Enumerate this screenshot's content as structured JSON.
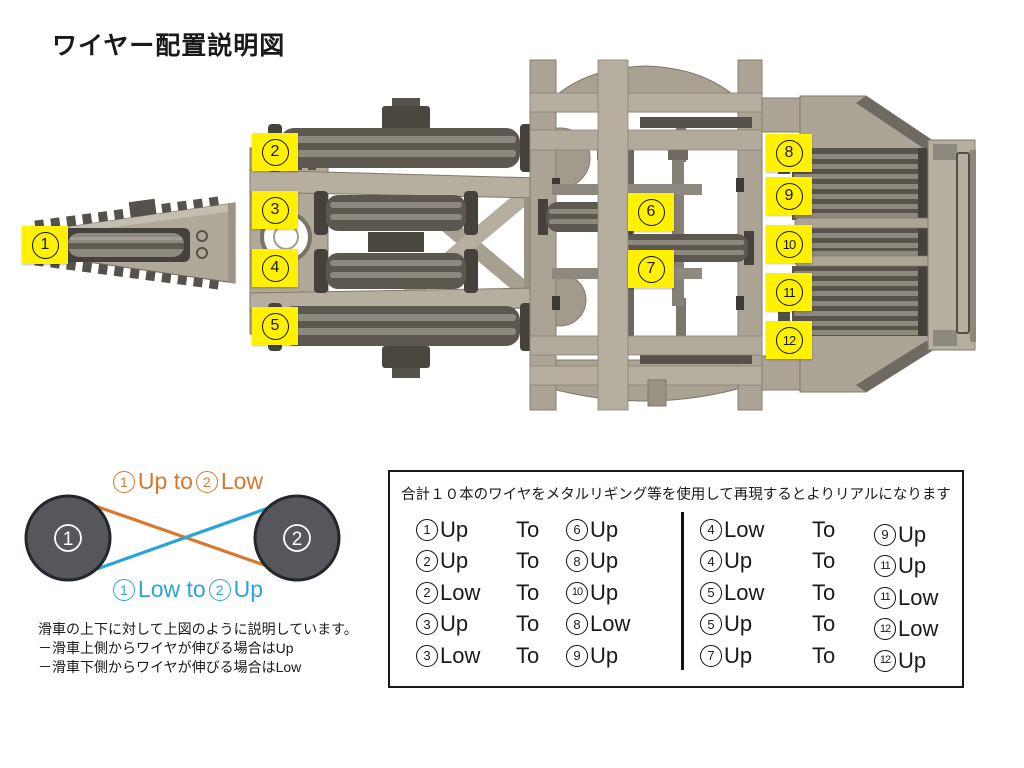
{
  "title": "ワイヤー配置説明図",
  "machine_labels": [
    "1",
    "2",
    "3",
    "4",
    "5",
    "6",
    "7",
    "8",
    "9",
    "10",
    "11",
    "12"
  ],
  "diagram": {
    "pulley1": "1",
    "pulley2": "2",
    "top_label": {
      "n1": "1",
      "mid": "Up to ",
      "n2": "2",
      "end": "Low"
    },
    "bottom_label": {
      "n1": "1",
      "mid": "Low to ",
      "n2": "2",
      "end": "Up"
    },
    "colors": {
      "top_wire": "#d9772e",
      "bottom_wire": "#2aa5d8",
      "pulley_fill": "#56575a"
    }
  },
  "notes": {
    "line1": "滑車の上下に対して上図のように説明しています。",
    "line2": "－滑車上側からワイヤが伸びる場合はUp",
    "line3": "－滑車下側からワイヤが伸びる場合はLow"
  },
  "table": {
    "header": "合計１０本のワイヤをメタルリギング等を使用して再現するとよりリアルになります",
    "left_rows": [
      {
        "from_n": "1",
        "from_d": "Up",
        "to": "To",
        "dest_n": "6",
        "dest_d": "Up"
      },
      {
        "from_n": "2",
        "from_d": "Up",
        "to": "To",
        "dest_n": "8",
        "dest_d": "Up"
      },
      {
        "from_n": "2",
        "from_d": "Low",
        "to": "To",
        "dest_n": "10",
        "dest_d": "Up"
      },
      {
        "from_n": "3",
        "from_d": "Up",
        "to": "To",
        "dest_n": "8",
        "dest_d": "Low"
      },
      {
        "from_n": "3",
        "from_d": "Low",
        "to": "To",
        "dest_n": "9",
        "dest_d": "Up"
      }
    ],
    "right_rows": [
      {
        "from_n": "4",
        "from_d": "Low",
        "to": "To",
        "dest_n": "9",
        "dest_d": "Up"
      },
      {
        "from_n": "4",
        "from_d": "Up",
        "to": "To",
        "dest_n": "11",
        "dest_d": "Up"
      },
      {
        "from_n": "5",
        "from_d": "Low",
        "to": "To",
        "dest_n": "11",
        "dest_d": "Low"
      },
      {
        "from_n": "5",
        "from_d": "Up",
        "to": "To",
        "dest_n": "12",
        "dest_d": "Low"
      },
      {
        "from_n": "7",
        "from_d": "Up",
        "to": "To",
        "dest_n": "12",
        "dest_d": "Up"
      }
    ]
  }
}
